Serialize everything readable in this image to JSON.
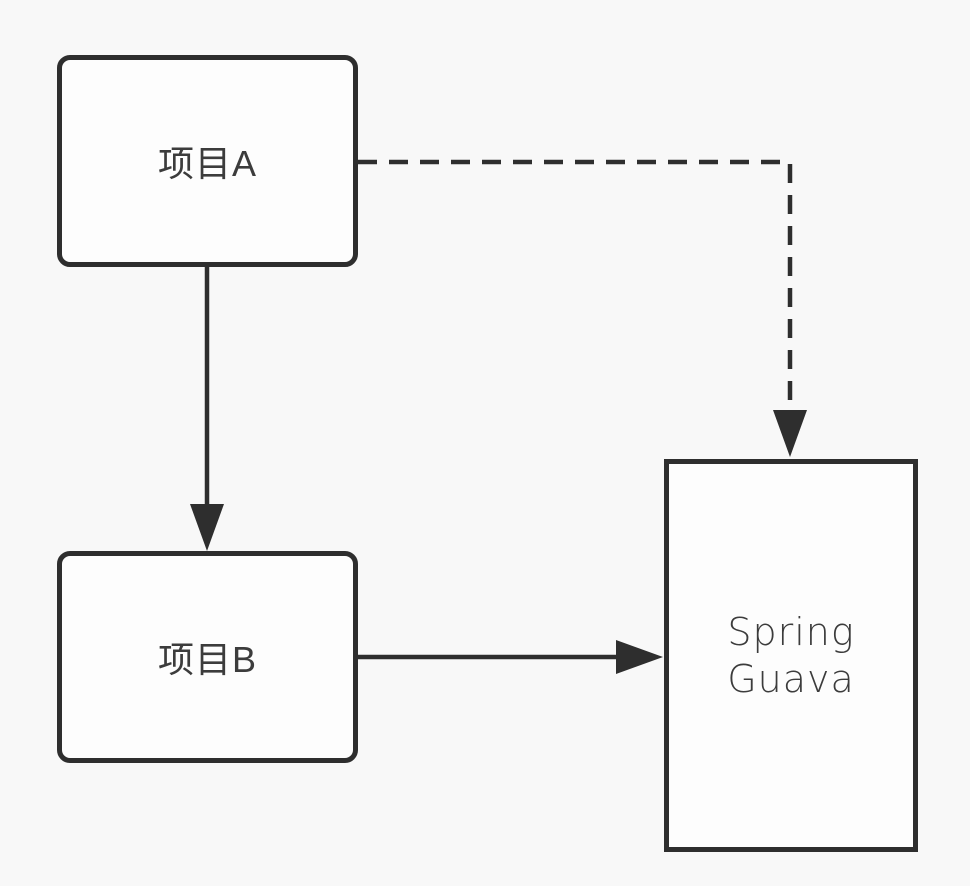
{
  "diagram": {
    "nodes": {
      "project_a": {
        "label": "项目A",
        "shape": "rounded-rectangle"
      },
      "project_b": {
        "label": "项目B",
        "shape": "rounded-rectangle"
      },
      "spring_guava": {
        "label": "Spring\nGuava",
        "shape": "rectangle"
      }
    },
    "edges": [
      {
        "from": "项目A",
        "to": "项目B",
        "style": "solid",
        "arrow": "down"
      },
      {
        "from": "项目B",
        "to": "Spring Guava",
        "style": "solid",
        "arrow": "right"
      },
      {
        "from": "项目A",
        "to": "Spring Guava",
        "style": "dashed",
        "arrow": "down"
      }
    ]
  },
  "colors": {
    "bg": "#f8f8f8",
    "stroke": "#2e2e2e",
    "text": "#3c3c3c",
    "node-fill": "#fdfdfd"
  }
}
